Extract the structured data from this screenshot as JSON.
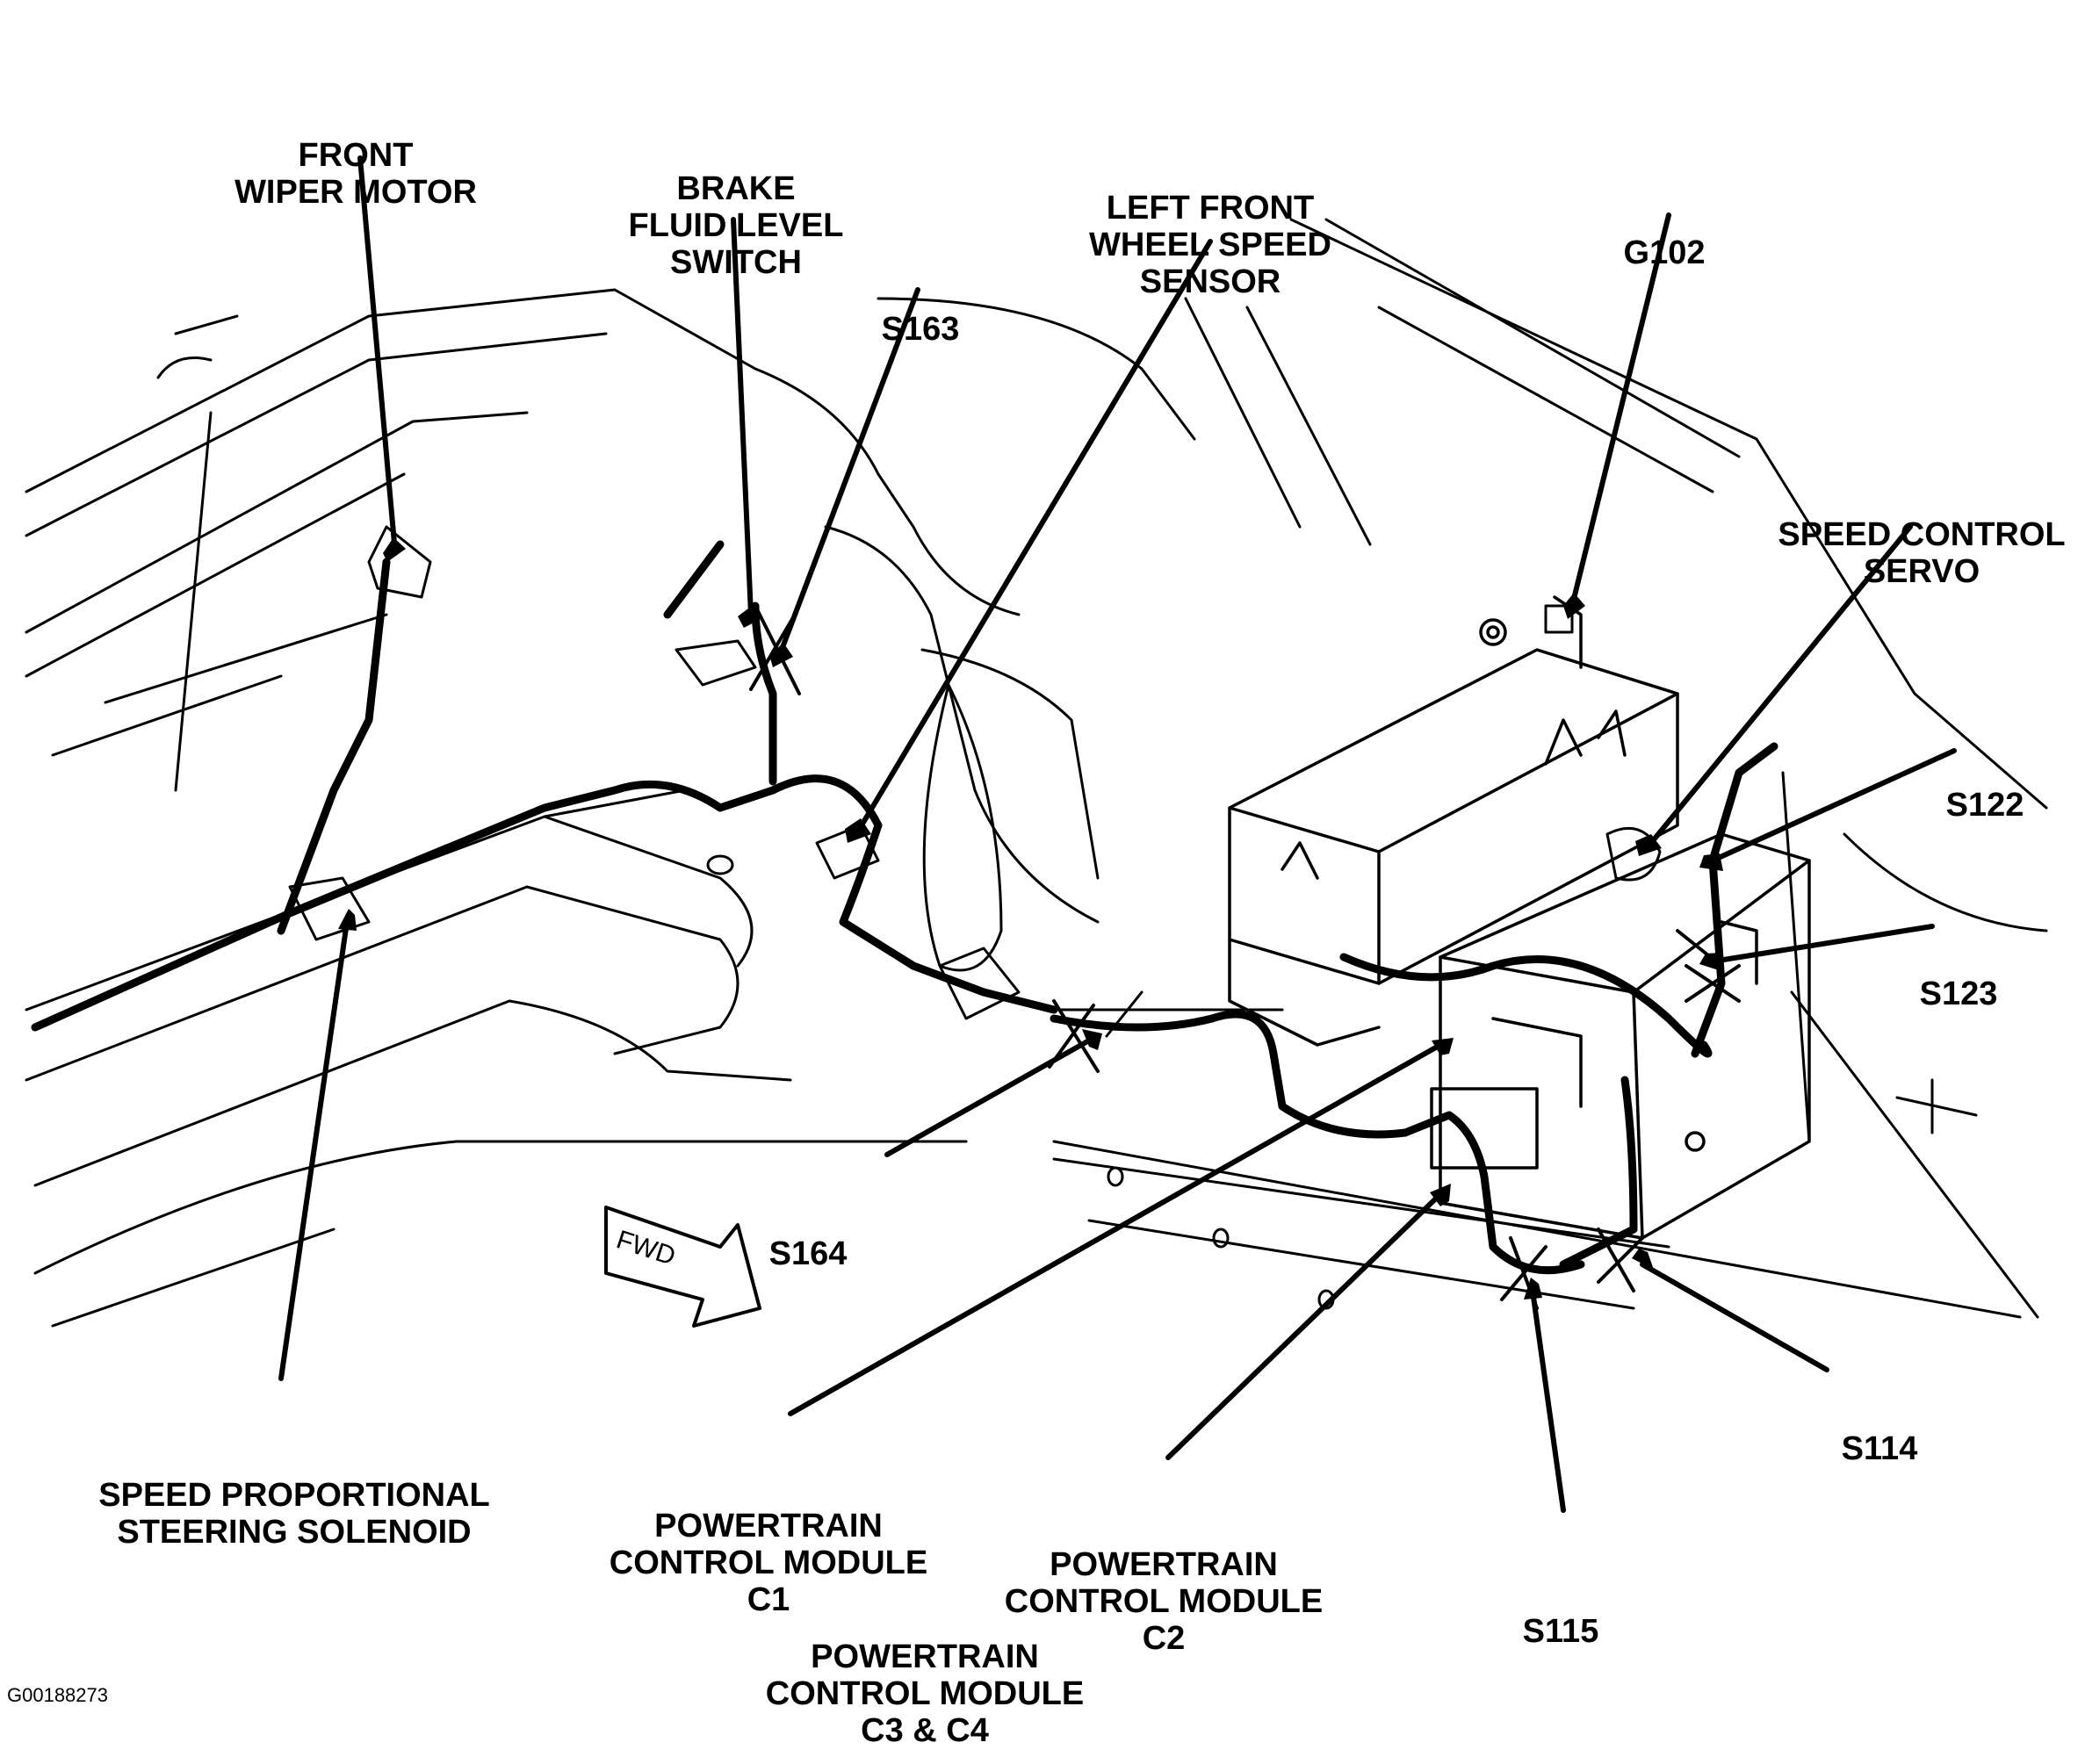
{
  "labels": {
    "front_wiper_motor": [
      "FRONT",
      "WIPER MOTOR"
    ],
    "brake_fluid_level_switch": [
      "BRAKE",
      "FLUID LEVEL",
      "SWITCH"
    ],
    "s163": [
      "S163"
    ],
    "left_front_wheel_speed_sensor": [
      "LEFT FRONT",
      "WHEEL SPEED",
      "SENSOR"
    ],
    "g102": [
      "G102"
    ],
    "speed_control_servo": [
      "SPEED CONTROL",
      "SERVO"
    ],
    "s122": [
      "S122"
    ],
    "s123": [
      "S123"
    ],
    "s164": [
      "S164"
    ],
    "s114": [
      "S114"
    ],
    "s115": [
      "S115"
    ],
    "speed_proportional_steering_solenoid": [
      "SPEED PROPORTIONAL",
      "STEERING SOLENOID"
    ],
    "pcm_c1": [
      "POWERTRAIN",
      "CONTROL MODULE",
      "C1"
    ],
    "pcm_c2": [
      "POWERTRAIN",
      "CONTROL MODULE",
      "C2"
    ],
    "pcm_c3_c4": [
      "POWERTRAIN",
      "CONTROL MODULE",
      "C3 & C4"
    ]
  },
  "fwd_arrow": "FWD",
  "figure_code": "G00188273",
  "colors": {
    "ink": "#000000",
    "paper": "#ffffff"
  }
}
